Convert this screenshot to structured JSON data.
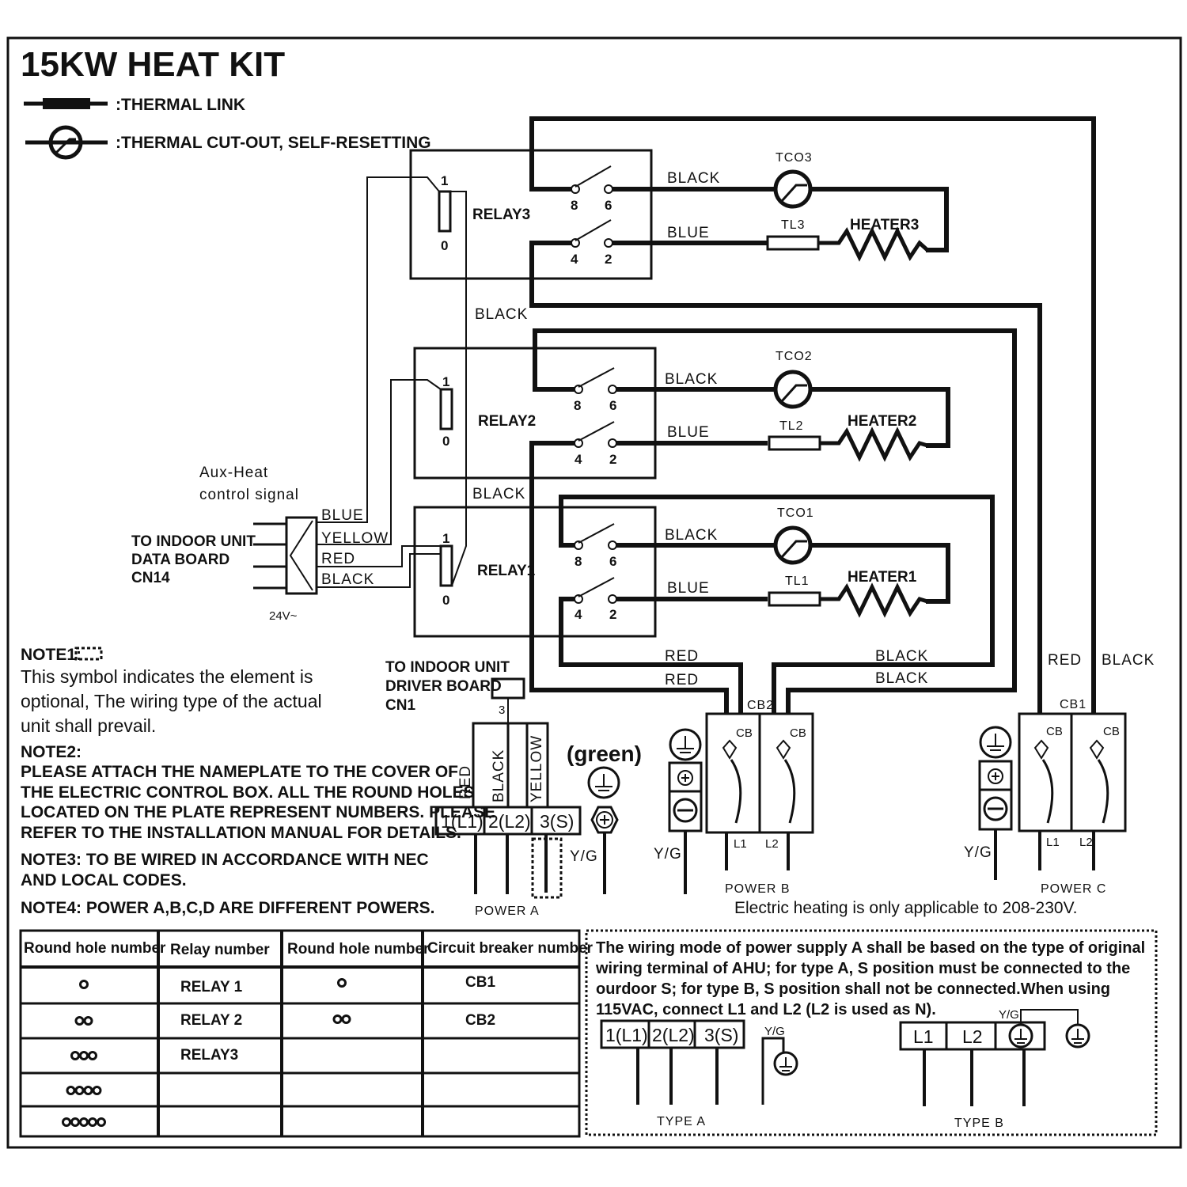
{
  "title": "15KW HEAT KIT",
  "legend": {
    "thermal_link": ":THERMAL LINK",
    "thermal_cutout": ":THERMAL CUT-OUT, SELF-RESETTING"
  },
  "relays": [
    {
      "label": "RELAY3",
      "coil_top": "1",
      "coil_bottom": "0",
      "pins": [
        "8",
        "6",
        "4",
        "2"
      ]
    },
    {
      "label": "RELAY2",
      "coil_top": "1",
      "coil_bottom": "0",
      "pins": [
        "8",
        "6",
        "4",
        "2"
      ]
    },
    {
      "label": "RELAY1",
      "coil_top": "1",
      "coil_bottom": "0",
      "pins": [
        "8",
        "6",
        "4",
        "2"
      ]
    }
  ],
  "heaters": [
    {
      "label": "HEATER3",
      "tco": "TCO3",
      "tl": "TL3"
    },
    {
      "label": "HEATER2",
      "tco": "TCO2",
      "tl": "TL2"
    },
    {
      "label": "HEATER1",
      "tco": "TCO1",
      "tl": "TL1"
    }
  ],
  "wire_labels": {
    "black": "BLACK",
    "blue": "BLUE",
    "red": "RED",
    "yellow": "YELLOW"
  },
  "control": {
    "aux_heat_line1": "Aux-Heat",
    "aux_heat_line2": "control signal",
    "indoor_data_line1": "TO INDOOR UNIT",
    "indoor_data_line2": "DATA BOARD",
    "indoor_data_line3": "CN14",
    "voltage": "24V~",
    "indoor_driver_line1": "TO INDOOR UNIT",
    "indoor_driver_line2": "DRIVER BOARD",
    "indoor_driver_line3": "CN1",
    "cn1_pin": "3"
  },
  "power_a": {
    "label": "POWER A",
    "terminals": [
      "1(L1)",
      "2(L2)",
      "3(S)"
    ],
    "green": "(green)",
    "yg": "Y/G",
    "wire_red": "RED",
    "wire_black": "BLACK",
    "wire_yellow": "YELLOW"
  },
  "power_b": {
    "label": "POWER B",
    "breaker": "CB2",
    "yg": "Y/G",
    "cb": "CB",
    "l1": "L1",
    "l2": "L2"
  },
  "power_c": {
    "label": "POWER C",
    "breaker": "CB1",
    "yg": "Y/G",
    "cb": "CB",
    "l1": "L1",
    "l2": "L2"
  },
  "electric_note": "Electric heating is only applicable to 208-230V.",
  "notes": {
    "note1_title": "NOTE1:",
    "note1_lines": [
      "This symbol indicates the element is",
      "optional, The wiring type of the actual",
      "unit shall prevail."
    ],
    "note2_title": "NOTE2:",
    "note2_lines": [
      "PLEASE ATTACH THE NAMEPLATE TO THE COVER OF",
      "THE ELECTRIC CONTROL BOX. ALL THE ROUND HOLES",
      "LOCATED ON THE PLATE REPRESENT NUMBERS. PLEASE",
      "REFER TO THE INSTALLATION MANUAL FOR DETAILS."
    ],
    "note3_lines": [
      "NOTE3: TO BE WIRED IN ACCORDANCE WITH NEC",
      "AND LOCAL CODES."
    ],
    "note4": "NOTE4: POWER A,B,C,D ARE DIFFERENT POWERS."
  },
  "table": {
    "headers": [
      "Round hole number",
      "Relay  number",
      "Round hole number",
      "Circuit breaker number"
    ],
    "rows": [
      {
        "holes": 1,
        "relay": "RELAY 1",
        "holes2": 1,
        "breaker": "CB1"
      },
      {
        "holes": 2,
        "relay": "RELAY 2",
        "holes2": 2,
        "breaker": "CB2"
      },
      {
        "holes": 3,
        "relay": "RELAY3",
        "holes2": 0,
        "breaker": ""
      },
      {
        "holes": 4,
        "relay": "",
        "holes2": 0,
        "breaker": ""
      },
      {
        "holes": 5,
        "relay": "",
        "holes2": 0,
        "breaker": ""
      }
    ]
  },
  "wiring_box": {
    "lines": [
      "The wiring mode of power supply A shall be based on the type of original",
      "wiring terminal of AHU; for type A, S position must be connected to the",
      "ourdoor S; for type B, S position shall not be connected.When using",
      "115VAC, connect  L1 and L2 (L2 is used as N)."
    ],
    "type_a": "TYPE A",
    "type_b": "TYPE B",
    "type_a_terms": [
      "1(L1)",
      "2(L2)",
      "3(S)"
    ],
    "type_b_terms": [
      "L1",
      "L2"
    ],
    "yg": "Y/G"
  }
}
